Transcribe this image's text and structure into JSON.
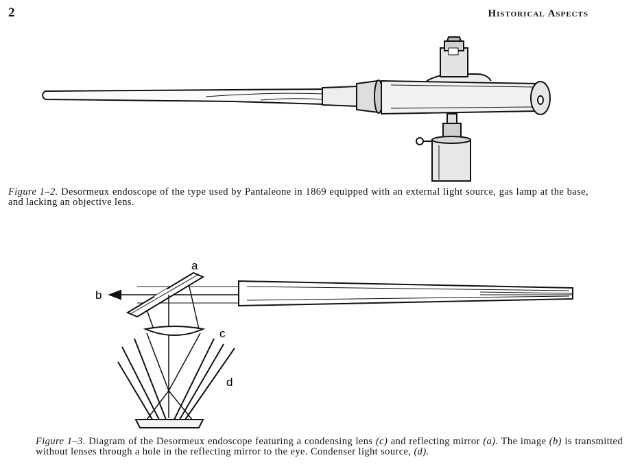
{
  "header": {
    "page_number": "2",
    "running_title": "Historical Aspects"
  },
  "figure_1_2": {
    "label": "Figure 1–2.",
    "caption": "Desormeux endoscope of the type used by Pantaleone in 1869 equipped with an external light source, gas lamp at the base, and lacking an objective lens."
  },
  "figure_1_3": {
    "label": "Figure 1–3.",
    "caption_part1": "Diagram of the Desormeux endoscope featuring a condensing lens",
    "caption_c": "(c)",
    "caption_part2": "and reflecting mirror",
    "caption_a": "(a).",
    "caption_part3": "The image",
    "caption_b": "(b)",
    "caption_part4": "is transmitted without lenses through a hole in the reflecting mirror to the eye. Condenser light source,",
    "caption_d": "(d).",
    "letters": {
      "a": "a",
      "b": "b",
      "c": "c",
      "d": "d"
    }
  }
}
